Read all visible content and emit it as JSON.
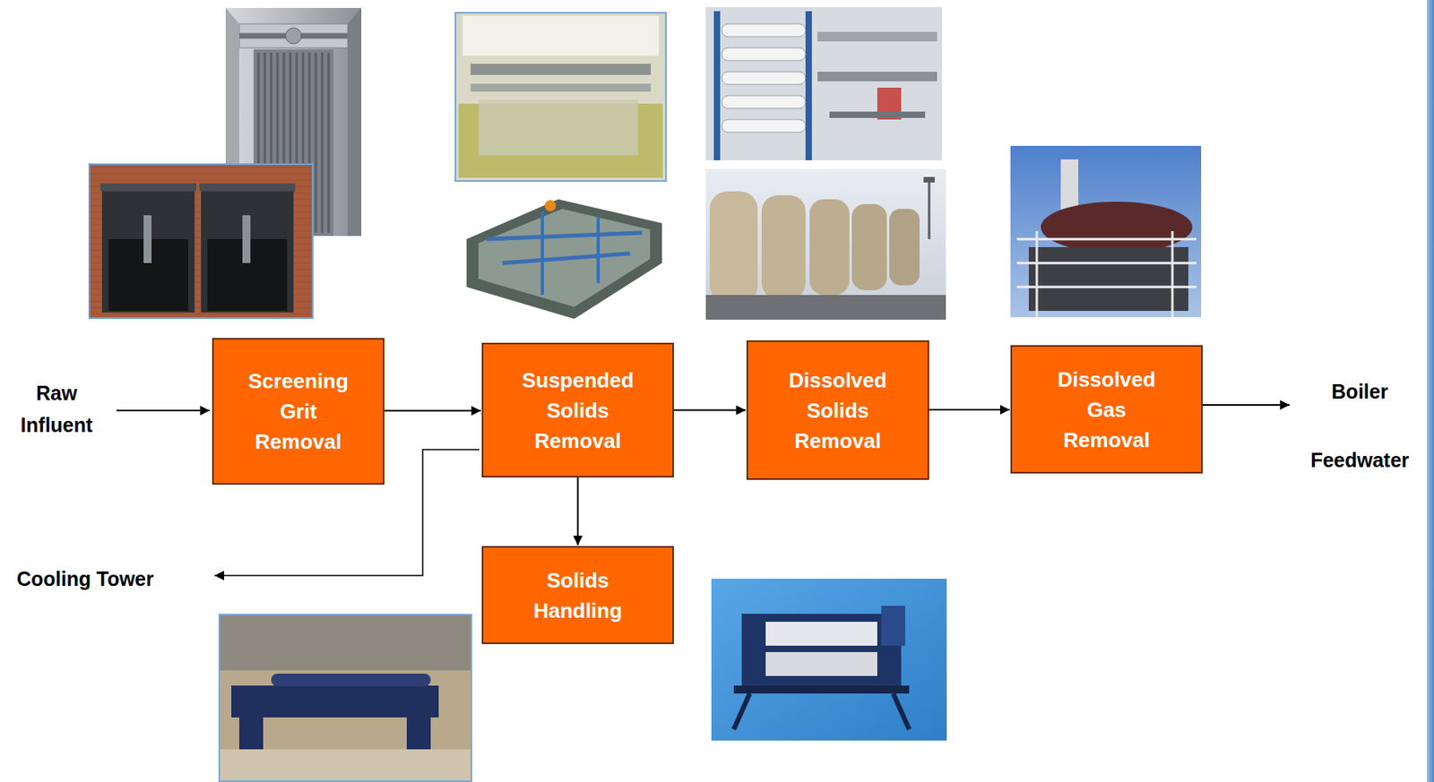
{
  "diagram": {
    "nodes": [
      {
        "text": [
          "Screening Grit Removal"
        ]
      },
      {
        "text": [
          "Suspended Solids Removal"
        ]
      },
      {
        "text": [
          "Dissolved Solids Removal"
        ]
      },
      {
        "text": [
          "Dissolved Gas Removal"
        ]
      },
      {
        "text": [
          "Solids Handling"
        ]
      }
    ],
    "edges": [
      {
        "from": 0,
        "to": 1,
        "arrow": "to"
      },
      {
        "from": 1,
        "to": 2,
        "arrow": "to"
      },
      {
        "from": 2,
        "to": 3,
        "arrow": "to"
      },
      {
        "from": 1,
        "to": 4,
        "arrow": "to"
      }
    ],
    "labels": [
      "Raw Influent",
      "Boiler Feedwater",
      "Cooling Tower"
    ]
  }
}
